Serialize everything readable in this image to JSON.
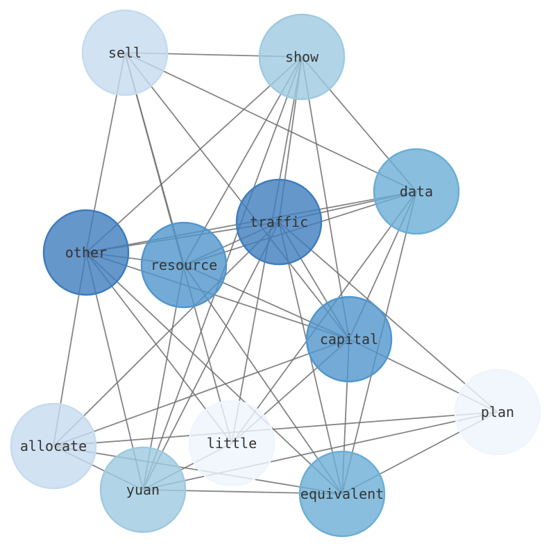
{
  "chart_data": {
    "type": "network",
    "nodes": [
      {
        "id": "sell",
        "label": "sell",
        "level": 1,
        "color": "#c6dbef"
      },
      {
        "id": "show",
        "label": "show",
        "level": 2,
        "color": "#9ecae1"
      },
      {
        "id": "data",
        "label": "data",
        "level": 3,
        "color": "#6baed6"
      },
      {
        "id": "traffic",
        "label": "traffic",
        "level": 5,
        "color": "#3e7dbd"
      },
      {
        "id": "other",
        "label": "other",
        "level": 5,
        "color": "#3e7dbd"
      },
      {
        "id": "resource",
        "label": "resource",
        "level": 4,
        "color": "#5196cc"
      },
      {
        "id": "capital",
        "label": "capital",
        "level": 4,
        "color": "#5196cc"
      },
      {
        "id": "plan",
        "label": "plan",
        "level": 0,
        "color": "#eff5fc"
      },
      {
        "id": "allocate",
        "label": "allocate",
        "level": 1,
        "color": "#c6dbef"
      },
      {
        "id": "little",
        "label": "little",
        "level": 0,
        "color": "#eff5fc"
      },
      {
        "id": "yuan",
        "label": "yuan",
        "level": 2,
        "color": "#9ecae1"
      },
      {
        "id": "equivalent",
        "label": "equivalent",
        "level": 3,
        "color": "#6baed6"
      }
    ],
    "edges": [
      [
        "sell",
        "show"
      ],
      [
        "sell",
        "other"
      ],
      [
        "sell",
        "resource"
      ],
      [
        "sell",
        "little"
      ],
      [
        "sell",
        "data"
      ],
      [
        "sell",
        "capital"
      ],
      [
        "show",
        "other"
      ],
      [
        "show",
        "resource"
      ],
      [
        "show",
        "traffic"
      ],
      [
        "show",
        "little"
      ],
      [
        "show",
        "capital"
      ],
      [
        "show",
        "data"
      ],
      [
        "show",
        "yuan"
      ],
      [
        "data",
        "other"
      ],
      [
        "data",
        "resource"
      ],
      [
        "data",
        "traffic"
      ],
      [
        "data",
        "capital"
      ],
      [
        "data",
        "equivalent"
      ],
      [
        "data",
        "little"
      ],
      [
        "traffic",
        "other"
      ],
      [
        "traffic",
        "capital"
      ],
      [
        "traffic",
        "plan"
      ],
      [
        "traffic",
        "equivalent"
      ],
      [
        "traffic",
        "yuan"
      ],
      [
        "traffic",
        "allocate"
      ],
      [
        "traffic",
        "resource"
      ],
      [
        "other",
        "resource"
      ],
      [
        "other",
        "capital"
      ],
      [
        "other",
        "allocate"
      ],
      [
        "other",
        "yuan"
      ],
      [
        "other",
        "little"
      ],
      [
        "other",
        "equivalent"
      ],
      [
        "resource",
        "capital"
      ],
      [
        "resource",
        "yuan"
      ],
      [
        "resource",
        "equivalent"
      ],
      [
        "capital",
        "plan"
      ],
      [
        "capital",
        "allocate"
      ],
      [
        "capital",
        "equivalent"
      ],
      [
        "capital",
        "little"
      ],
      [
        "plan",
        "allocate"
      ],
      [
        "plan",
        "yuan"
      ],
      [
        "plan",
        "equivalent"
      ],
      [
        "allocate",
        "yuan"
      ],
      [
        "allocate",
        "equivalent"
      ],
      [
        "yuan",
        "equivalent"
      ],
      [
        "yuan",
        "little"
      ]
    ]
  }
}
